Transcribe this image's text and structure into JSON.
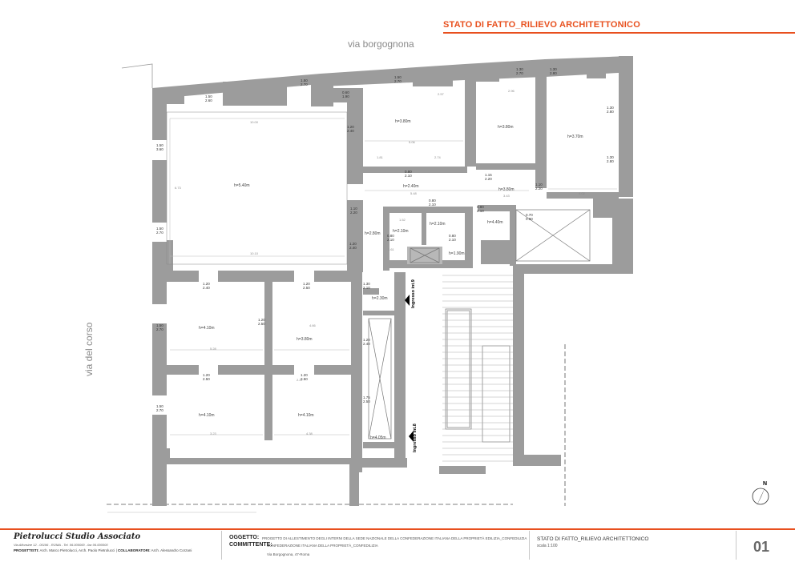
{
  "header": {
    "title": "STATO DI FATTO_RILIEVO ARCHITETTONICO"
  },
  "streets": {
    "top": "via borgognona",
    "left": "via del corso"
  },
  "room_heights": {
    "r1": "h=5.40m",
    "r2": "h=3.80m",
    "r3": "h=3.80m",
    "r4": "h=3.70m",
    "r5": "h=2.40m",
    "r6": "h=3.80m",
    "r7": "h=2.80m",
    "r8": "h=2.10m",
    "r9": "h=2.10m",
    "r10": "h=4.40m",
    "r11": "h=1.90m",
    "r12": "h=4.10m",
    "r13": "h=3.80m",
    "r14": "h=2.30m",
    "r15": "h=4.10m",
    "r16": "h=4.10m",
    "r17": "h=4.05m"
  },
  "openings": {
    "o1": "1.50\n2.60",
    "o2": "1.50\n2.70",
    "o3": "0.60\n1.90",
    "o4": "1.50\n2.70",
    "o5": "1.30\n2.70",
    "o6": "1.30\n2.80",
    "o7": "1.50\n3.60",
    "o8": "1.50\n2.70",
    "o9": "1.20\n2.40",
    "o10": "0.80\n2.10",
    "o11": "1.15\n2.20",
    "o12": "1.10\n2.20",
    "o13": "1.30\n2.80",
    "o14": "1.30\n2.80",
    "o15": "1.10\n2.20",
    "o16": "0.80\n2.10",
    "o17": "0.80\n2.10",
    "o18": "0.70\n0.90",
    "o19": "1.20\n2.40",
    "o20": "1.20\n2.40",
    "o21": "1.20\n2.50",
    "o22": "0.80\n2.10",
    "o23": "1.50\n2.70",
    "o24": "1.20\n2.50",
    "o25": "1.30\n2.10",
    "o26": "1.20\n2.40",
    "o27": "1.20\n2.50",
    "o28": "1.50\n2.70",
    "o29": "1.20\n2.50",
    "o30": "0.80\n2.10",
    "o31": "1.75\n2.50"
  },
  "dims": {
    "d1": "10.00",
    "d2": "10.10",
    "d3": "5.06",
    "d4": "2.74",
    "d5": "4.02",
    "d6": "5.48",
    "d7": "4.66",
    "d8": "5.28",
    "d9": "3.23",
    "d10": "4.38",
    "d11": "6.73",
    "d12": "2.57",
    "d13": "2.96",
    "d14": "1.81",
    "d15": "3.43",
    "d16": "1.52",
    "d17": "1.61",
    "d18": "2.27"
  },
  "entrances": {
    "e1": "Ingresso int.9",
    "e2": "Ingresso int.8"
  },
  "north": "N",
  "footer": {
    "logo": "Pietrolucci Studio Associato",
    "logo_sub": "Via Alfonsine 12 - 00196 - ROMA - Tel. 06.000000 - fax 06.000000",
    "progettisti_label": "PROGETTISTI:",
    "progettisti": "Arch. Marco Pietrolucci, Arch. Paolo Pietrolucci",
    "collaboratori_label": "COLLABORATORI:",
    "collaboratori": "Arch. Alessandro Corzani",
    "oggetto_label": "OGGETTO:",
    "oggetto": "PROGETTO DI ALLESTIMENTO DEGLI INTERNI DELLA SEDE NAZIONALE DELLA CONFEDERAZIONE ITALIANA DELLA PROPRIETÀ EDILIZIA_CONFEDILIZIA",
    "committente_label": "COMMITTENTE:",
    "committente": "CONFEDERAZIONE ITALIANA DELLA PROPRIETÀ_CONFEDILIZIA",
    "address": "Via Borgognona, 47-Roma",
    "sheet_title": "STATO DI FATTO_RILIEVO ARCHITETTONICO",
    "scale": "scala 1:100",
    "page": "01"
  }
}
